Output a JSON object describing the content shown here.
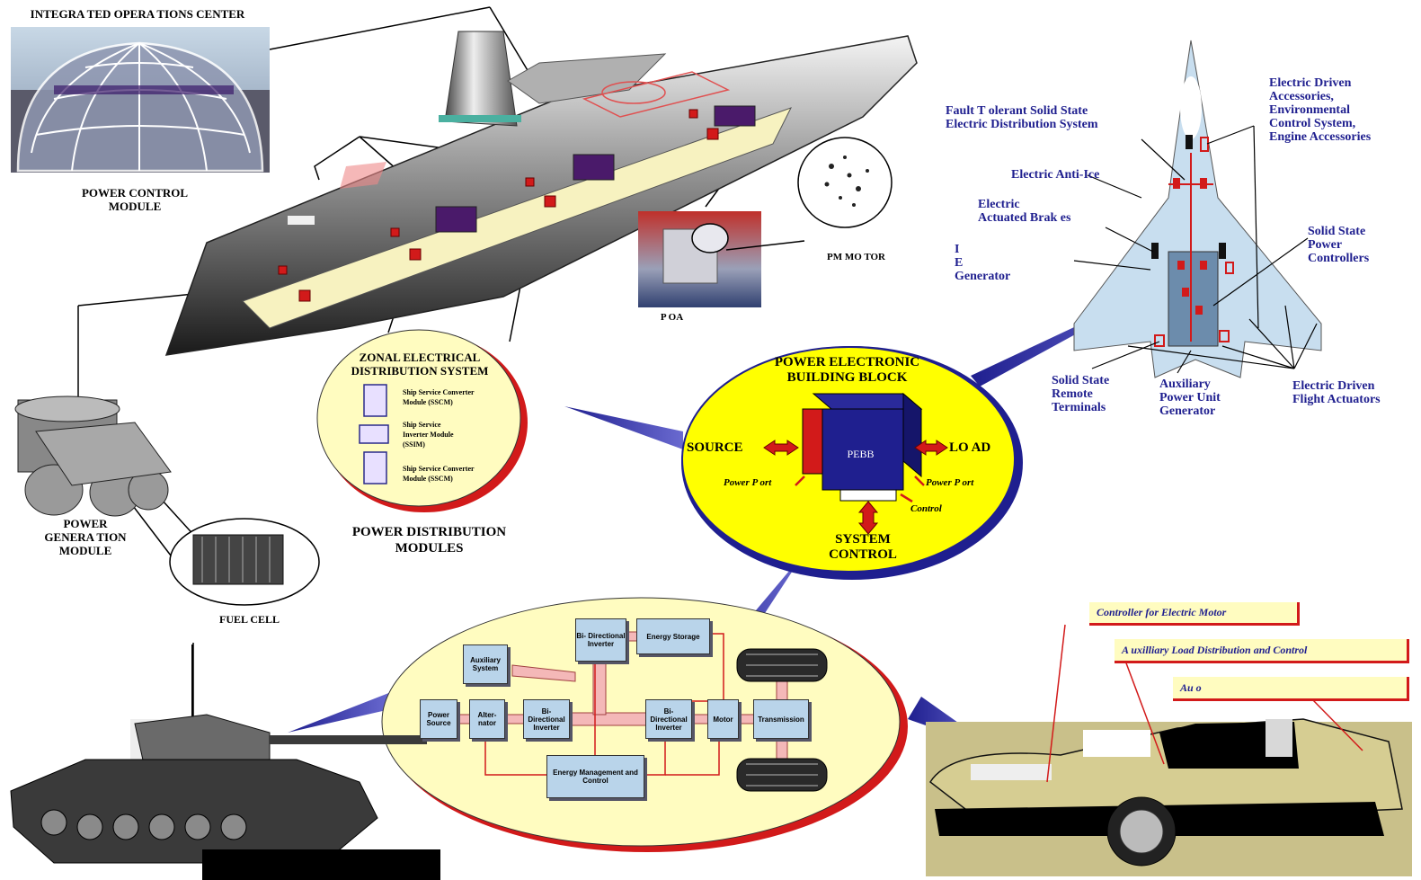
{
  "labels": {
    "ioc": "INTEGRA TED OPERA  TIONS CENTER",
    "pcm_1": "POWER CONTROL",
    "pcm_2": "MODULE",
    "pgm_1": "POWER",
    "pgm_2": "GENERA  TION",
    "pgm_3": "MODULE",
    "fuel_cell": "FUEL CELL",
    "pm_motor": "PM MO  TOR",
    "poa": "P              OA",
    "zonal_1": "ZONAL ELECTRICAL",
    "zonal_2": "DISTRIBUTION SYSTEM",
    "sscm1_1": "Ship Service Converter",
    "sscm1_2": "Module (SSCM)",
    "ssim_1": "Ship Service",
    "ssim_2": "Inverter Module",
    "ssim_3": "(SSIM)",
    "sscm2_1": "Ship Service Converter",
    "sscm2_2": "Module (SSCM)",
    "pdm_1": "POWER DISTRIBUTION",
    "pdm_2": "MODULES",
    "pebb_title_1": "POWER ELECTRONIC",
    "pebb_title_2": "BUILDING BLOCK",
    "pebb": "PEBB",
    "source": "SOURCE",
    "load": "LO AD",
    "power_port_left": "Power P   ort",
    "power_port_right": "Power P   ort",
    "control": "Control",
    "system_control_1": "SYSTEM",
    "system_control_2": "CONTROL"
  },
  "aircraft": {
    "fault_1": "Fault T  olerant Solid State",
    "fault_2": "Electric Distribution System",
    "accessories_1": "Electric Driven",
    "accessories_2": "Accessories,",
    "accessories_3": "Environmental",
    "accessories_4": "Control System,",
    "accessories_5": "Engine Accessories",
    "anti_ice": "Electric Anti-Ice",
    "brakes_1": "Electric",
    "brakes_2": "Actuated Brak        es",
    "ie_1": "I",
    "ie_2": "E",
    "ie_3": "Generator",
    "sspc_1": "Solid State",
    "sspc_2": "Power",
    "sspc_3": "Controllers",
    "ssrt_1": "Solid State",
    "ssrt_2": "Remote",
    "ssrt_3": "Terminals",
    "apu_1": "Auxiliary",
    "apu_2": "Power Unit",
    "apu_3": "Generator",
    "flight_1": "Electric Driven",
    "flight_2": "Flight Actuators"
  },
  "drivetrain": {
    "auxiliary_system": "Auxiliary System",
    "power_source": "Power Source",
    "alternator": "Alter- nator",
    "bi_inverter_1": "Bi- Directional Inverter",
    "bi_inverter_top": "Bi- Directional Inverter",
    "energy_storage": "Energy Storage",
    "bi_inverter_2": "Bi- Directional Inverter",
    "motor": "Motor",
    "transmission": "Transmission",
    "energy_mgmt": "Energy Management and Control"
  },
  "car": {
    "controller": "Controller for Electric Motor",
    "aux_load": "A uxilliary Load Distribution and Control",
    "auto": "Au                        o"
  },
  "colors": {
    "navy": "#1f1f8f",
    "pebb_yellow": "#ffff00",
    "ellipse_cream": "#fffcc0",
    "accent_red": "#d21a1a",
    "block_blue": "#b9d4ea"
  }
}
